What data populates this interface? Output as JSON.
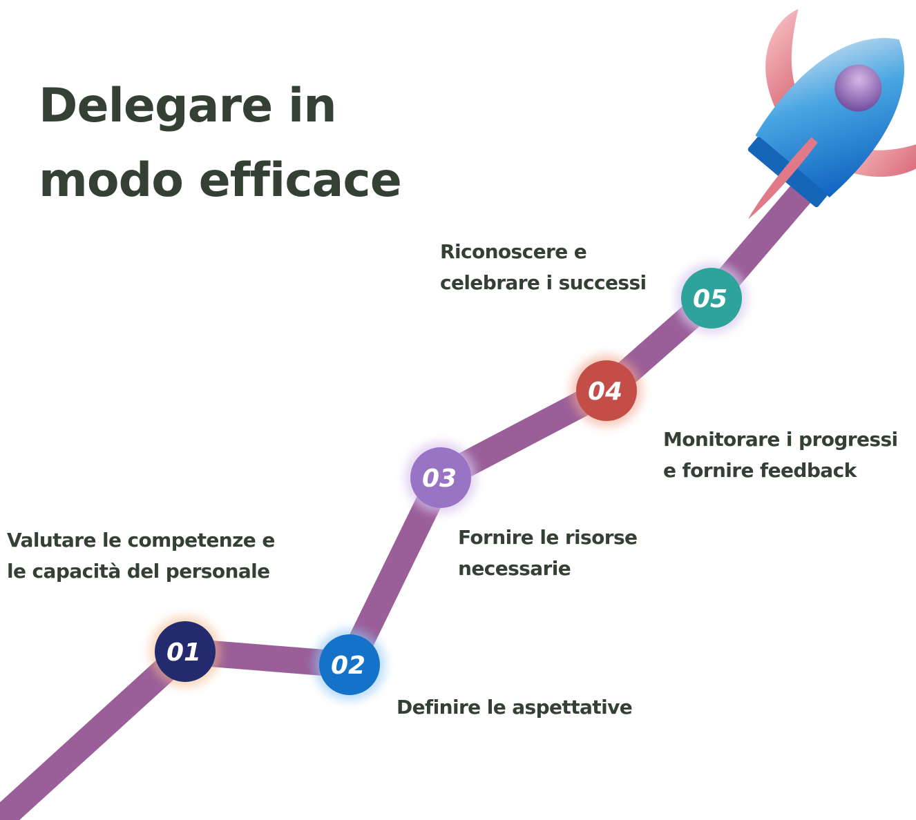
{
  "title": {
    "line1": "Delegare in",
    "line2": "modo efficace"
  },
  "colors": {
    "path": "#9a5e98",
    "text": "#334033",
    "step1": "#232a6e",
    "step2": "#1473c8",
    "step3": "#9a74c4",
    "step4": "#c24e47",
    "step5": "#2da39c",
    "rocket_body": "#1a7fd0",
    "rocket_fins": "#e0808a"
  },
  "illustration": {
    "icon": "rocket-icon"
  },
  "steps": [
    {
      "number": "01",
      "line1": "Valutare le competenze e",
      "line2": "le capacità del personale"
    },
    {
      "number": "02",
      "line1": "Definire le aspettative",
      "line2": ""
    },
    {
      "number": "03",
      "line1": "Fornire le risorse",
      "line2": "necessarie"
    },
    {
      "number": "04",
      "line1": "Monitorare i progressi",
      "line2": "e fornire feedback"
    },
    {
      "number": "05",
      "line1": "Riconoscere e",
      "line2": "celebrare i successi"
    }
  ]
}
